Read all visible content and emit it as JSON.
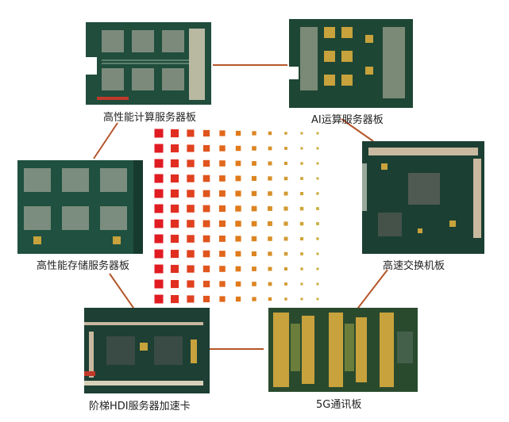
{
  "products": [
    {
      "id": "hpc-server",
      "label": "高性能计算服务器板",
      "icon": "pcb-board-icon"
    },
    {
      "id": "ai-server",
      "label": "AI运算服务器板",
      "icon": "pcb-board-icon"
    },
    {
      "id": "switch",
      "label": "高速交换机板",
      "icon": "pcb-board-icon"
    },
    {
      "id": "5g",
      "label": "5G通讯板",
      "icon": "pcb-board-icon"
    },
    {
      "id": "hdi-accel",
      "label": "阶梯HDI服务器加速卡",
      "icon": "pcb-board-icon"
    },
    {
      "id": "storage-server",
      "label": "高性能存储服务器板",
      "icon": "pcb-board-icon"
    }
  ],
  "colors": {
    "connector_line": "#b5562a",
    "pcb_green": "#1f4a3a",
    "pcb_gold": "#c8a23c",
    "grid_red": "#e01b22",
    "grid_orange": "#e07a1a",
    "grid_gold": "#c9b040"
  }
}
